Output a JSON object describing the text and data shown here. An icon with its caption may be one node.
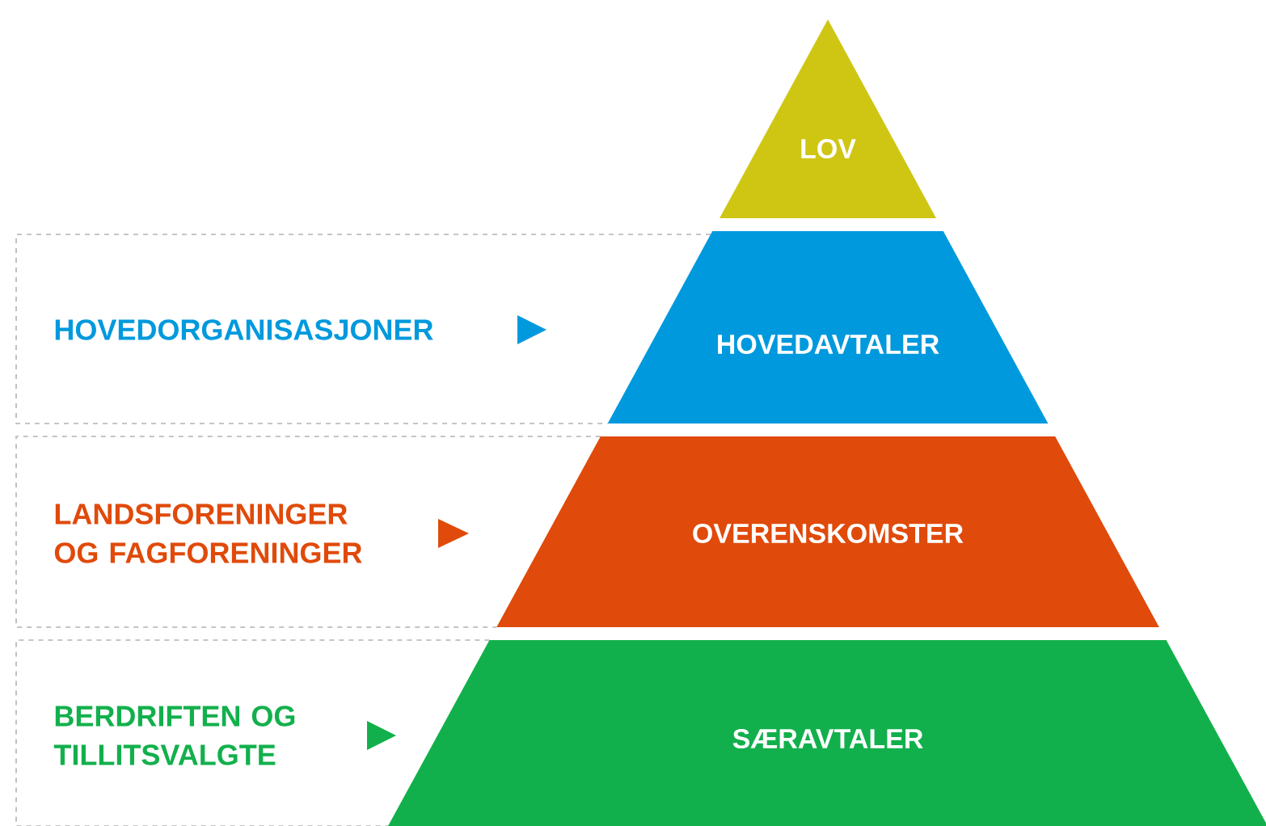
{
  "diagram": {
    "nodes": [
      {
        "text": [
          "LOV"
        ]
      },
      {
        "text": [
          "HOVEDAVTALER"
        ]
      },
      {
        "text": [
          "OVERENSKOMSTER"
        ]
      },
      {
        "text": [
          "SÆRAVTALER"
        ]
      },
      {
        "text": [
          "HOVEDORGANISASJONER"
        ]
      },
      {
        "text": [
          "LANDSFORENINGER OG FAGFORENINGER"
        ]
      },
      {
        "text": [
          "BERDRIFTEN OG TILLITSVALGTE"
        ]
      }
    ]
  }
}
